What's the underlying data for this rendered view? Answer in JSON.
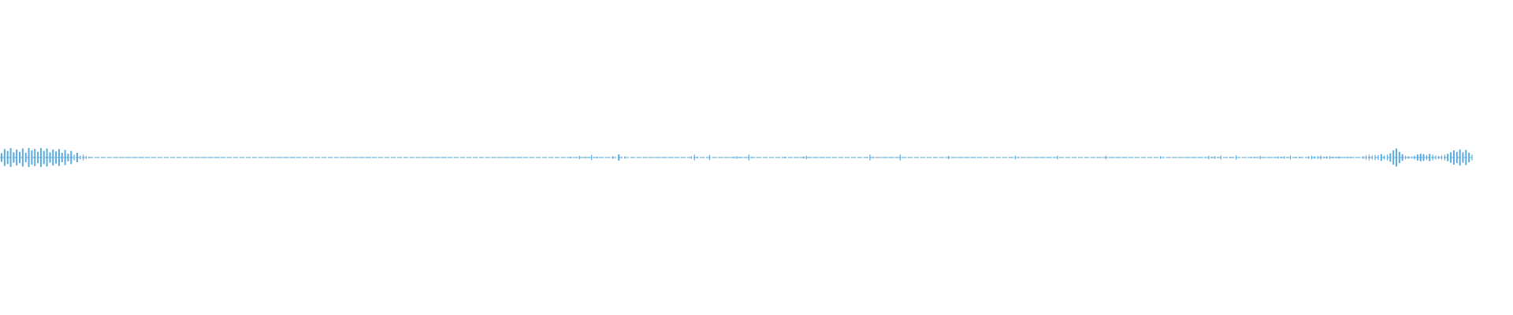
{
  "waveform": {
    "color": "#5aacde",
    "background": "#ffffff",
    "envelope": [
      0.45,
      0.9,
      0.7,
      1.0,
      0.55,
      0.85,
      0.6,
      0.95,
      0.5,
      1.0,
      0.75,
      0.9,
      0.6,
      1.0,
      0.7,
      0.95,
      0.55,
      0.85,
      0.65,
      0.9,
      0.5,
      0.8,
      0.4,
      0.7,
      0.3,
      0.5,
      0.2,
      0.3,
      0.15,
      0.1,
      0.06,
      0.02,
      0.03,
      0.02,
      0.04,
      0.02,
      0.01,
      0.02,
      0.03,
      0.02,
      0.02,
      0.03,
      0.02,
      0.01,
      0.02,
      0.02,
      0.03,
      0.02,
      0.02,
      0.01,
      0.02,
      0.03,
      0.02,
      0.04,
      0.02,
      0.02,
      0.01,
      0.02,
      0.03,
      0.02,
      0.02,
      0.02,
      0.01,
      0.02,
      0.03,
      0.02,
      0.02,
      0.01,
      0.02,
      0.02,
      0.01,
      0.02,
      0.02,
      0.03,
      0.02,
      0.02,
      0.0,
      0.01,
      0.0,
      0.01,
      0.0,
      0.0,
      0.02,
      0.02,
      0.02,
      0.03,
      0.02,
      0.02,
      0.01,
      0.02,
      0.02,
      0.03,
      0.02,
      0.02,
      0.02,
      0.01,
      0.02,
      0.03,
      0.02,
      0.02,
      0.02,
      0.02,
      0.01,
      0.02,
      0.02,
      0.02,
      0.03,
      0.02,
      0.02,
      0.06,
      0.03,
      0.02,
      0.02,
      0.02,
      0.01,
      0.02,
      0.03,
      0.02,
      0.05,
      0.02,
      0.02,
      0.02,
      0.02,
      0.02,
      0.01,
      0.02,
      0.02,
      0.03,
      0.02,
      0.02,
      0.02,
      0.02,
      0.01,
      0.02,
      0.02,
      0.02,
      0.02,
      0.0,
      0.01,
      0.0,
      0.0,
      0.01,
      0.02,
      0.02,
      0.03,
      0.05,
      0.02,
      0.03,
      0.02,
      0.02,
      0.02,
      0.02,
      0.03,
      0.02,
      0.02,
      0.02,
      0.04,
      0.02,
      0.02,
      0.02,
      0.02,
      0.02,
      0.03,
      0.02,
      0.02,
      0.05,
      0.02,
      0.02,
      0.02,
      0.03,
      0.02,
      0.02,
      0.02,
      0.02,
      0.02,
      0.03,
      0.02,
      0.02,
      0.02,
      0.02,
      0.04,
      0.02,
      0.02,
      0.03,
      0.02,
      0.05,
      0.03,
      0.02,
      0.08,
      0.03,
      0.02,
      0.18,
      0.05,
      0.12,
      0.04,
      0.28,
      0.05,
      0.08,
      0.03,
      0.02,
      0.04,
      0.06,
      0.14,
      0.05,
      0.32,
      0.06,
      0.12,
      0.04,
      0.03,
      0.02,
      0.02,
      0.02,
      0.03,
      0.02,
      0.02,
      0.04,
      0.02,
      0.03,
      0.02,
      0.02,
      0.03,
      0.02,
      0.05,
      0.03,
      0.02,
      0.03,
      0.02,
      0.06,
      0.14,
      0.3,
      0.08,
      0.04,
      0.03,
      0.03,
      0.28,
      0.05,
      0.03,
      0.02,
      0.02,
      0.03,
      0.02,
      0.05,
      0.08,
      0.14,
      0.07,
      0.05,
      0.04,
      0.3,
      0.06,
      0.03,
      0.02,
      0.02,
      0.03,
      0.02,
      0.02,
      0.02,
      0.03,
      0.02,
      0.05,
      0.08,
      0.04,
      0.02,
      0.02,
      0.03,
      0.02,
      0.1,
      0.18,
      0.06,
      0.03,
      0.02,
      0.02,
      0.02,
      0.03,
      0.02,
      0.02,
      0.02,
      0.02,
      0.03,
      0.02,
      0.02,
      0.03,
      0.02,
      0.02,
      0.02,
      0.03,
      0.02,
      0.05,
      0.3,
      0.06,
      0.03,
      0.02,
      0.02,
      0.02,
      0.02,
      0.03,
      0.02,
      0.02,
      0.3,
      0.05,
      0.02,
      0.03,
      0.02,
      0.0,
      0.02,
      0.02,
      0.03,
      0.04,
      0.03,
      0.02,
      0.02,
      0.03,
      0.02,
      0.05,
      0.18,
      0.04,
      0.02,
      0.02,
      0.03,
      0.02,
      0.02,
      0.02,
      0.02,
      0.03,
      0.02,
      0.02,
      0.03,
      0.02,
      0.02,
      0.02,
      0.03,
      0.02,
      0.02,
      0.03,
      0.02,
      0.02,
      0.2,
      0.04,
      0.02,
      0.02,
      0.03,
      0.02,
      0.02,
      0.02,
      0.03,
      0.02,
      0.02,
      0.02,
      0.02,
      0.05,
      0.2,
      0.04,
      0.02,
      0.02,
      0.02,
      0.03,
      0.02,
      0.02,
      0.0,
      0.02,
      0.02,
      0.03,
      0.02,
      0.02,
      0.02,
      0.03,
      0.18,
      0.04,
      0.02,
      0.02,
      0.03,
      0.02,
      0.02,
      0.02,
      0.03,
      0.02,
      0.02,
      0.03,
      0.05,
      0.02,
      0.02,
      0.03,
      0.02,
      0.03,
      0.14,
      0.04,
      0.02,
      0.02,
      0.03,
      0.02,
      0.02,
      0.02,
      0.03,
      0.02,
      0.02,
      0.03,
      0.02,
      0.02,
      0.03,
      0.05,
      0.2,
      0.08,
      0.14,
      0.06,
      0.2,
      0.05,
      0.03,
      0.08,
      0.06,
      0.22,
      0.05,
      0.03,
      0.02,
      0.04,
      0.03,
      0.08,
      0.05,
      0.18,
      0.05,
      0.03,
      0.04,
      0.06,
      0.05,
      0.12,
      0.08,
      0.14,
      0.06,
      0.2,
      0.05,
      0.08,
      0.1,
      0.04,
      0.03,
      0.12,
      0.18,
      0.12,
      0.14,
      0.2,
      0.1,
      0.12,
      0.16,
      0.08,
      0.1,
      0.12,
      0.08,
      0.05,
      0.1,
      0.06,
      0.04,
      0.03,
      0.05,
      0.14,
      0.22,
      0.3,
      0.2,
      0.28,
      0.25,
      0.35,
      0.2,
      0.3,
      0.45,
      0.75,
      0.95,
      0.6,
      0.35,
      0.2,
      0.14,
      0.1,
      0.2,
      0.32,
      0.4,
      0.35,
      0.25,
      0.38,
      0.3,
      0.2,
      0.15,
      0.22,
      0.3,
      0.4,
      0.55,
      0.75,
      0.6,
      0.85,
      0.55,
      0.8,
      0.5,
      0.3
    ]
  }
}
